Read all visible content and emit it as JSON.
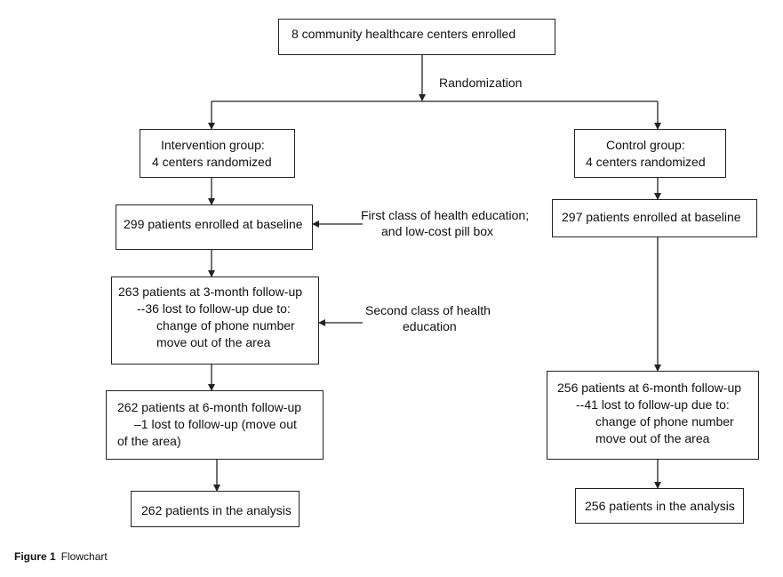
{
  "top": {
    "line1": "8 community healthcare centers enrolled"
  },
  "randomization_label": "Randomization",
  "intervention": {
    "group": {
      "line1": "Intervention group:",
      "line2": "4 centers randomized"
    },
    "baseline": "299 patients enrolled at baseline",
    "baseline_note": {
      "line1": "First class of health education;",
      "line2": "and low-cost pill box"
    },
    "m3": {
      "line1": "263 patients at 3-month follow-up",
      "line2": "--36 lost to follow-up due to:",
      "line3": "change of phone number",
      "line4": "move out of the area"
    },
    "m3_note": {
      "line1": "Second class of health",
      "line2": "education"
    },
    "m6": {
      "line1": "262 patients at 6-month follow-up",
      "line2": "–1 lost to follow-up (move out",
      "line3": "of the area)"
    },
    "analysis": "262 patients in the analysis"
  },
  "control": {
    "group": {
      "line1": "Control group:",
      "line2": "4 centers randomized"
    },
    "baseline": "297 patients enrolled at baseline",
    "m6": {
      "line1": "256 patients at 6-month follow-up",
      "line2": "--41 lost to follow-up due to:",
      "line3": "change of phone number",
      "line4": "move out of the area"
    },
    "analysis": "256 patients in the analysis"
  },
  "caption": {
    "label": "Figure 1",
    "text": "Flowchart"
  }
}
